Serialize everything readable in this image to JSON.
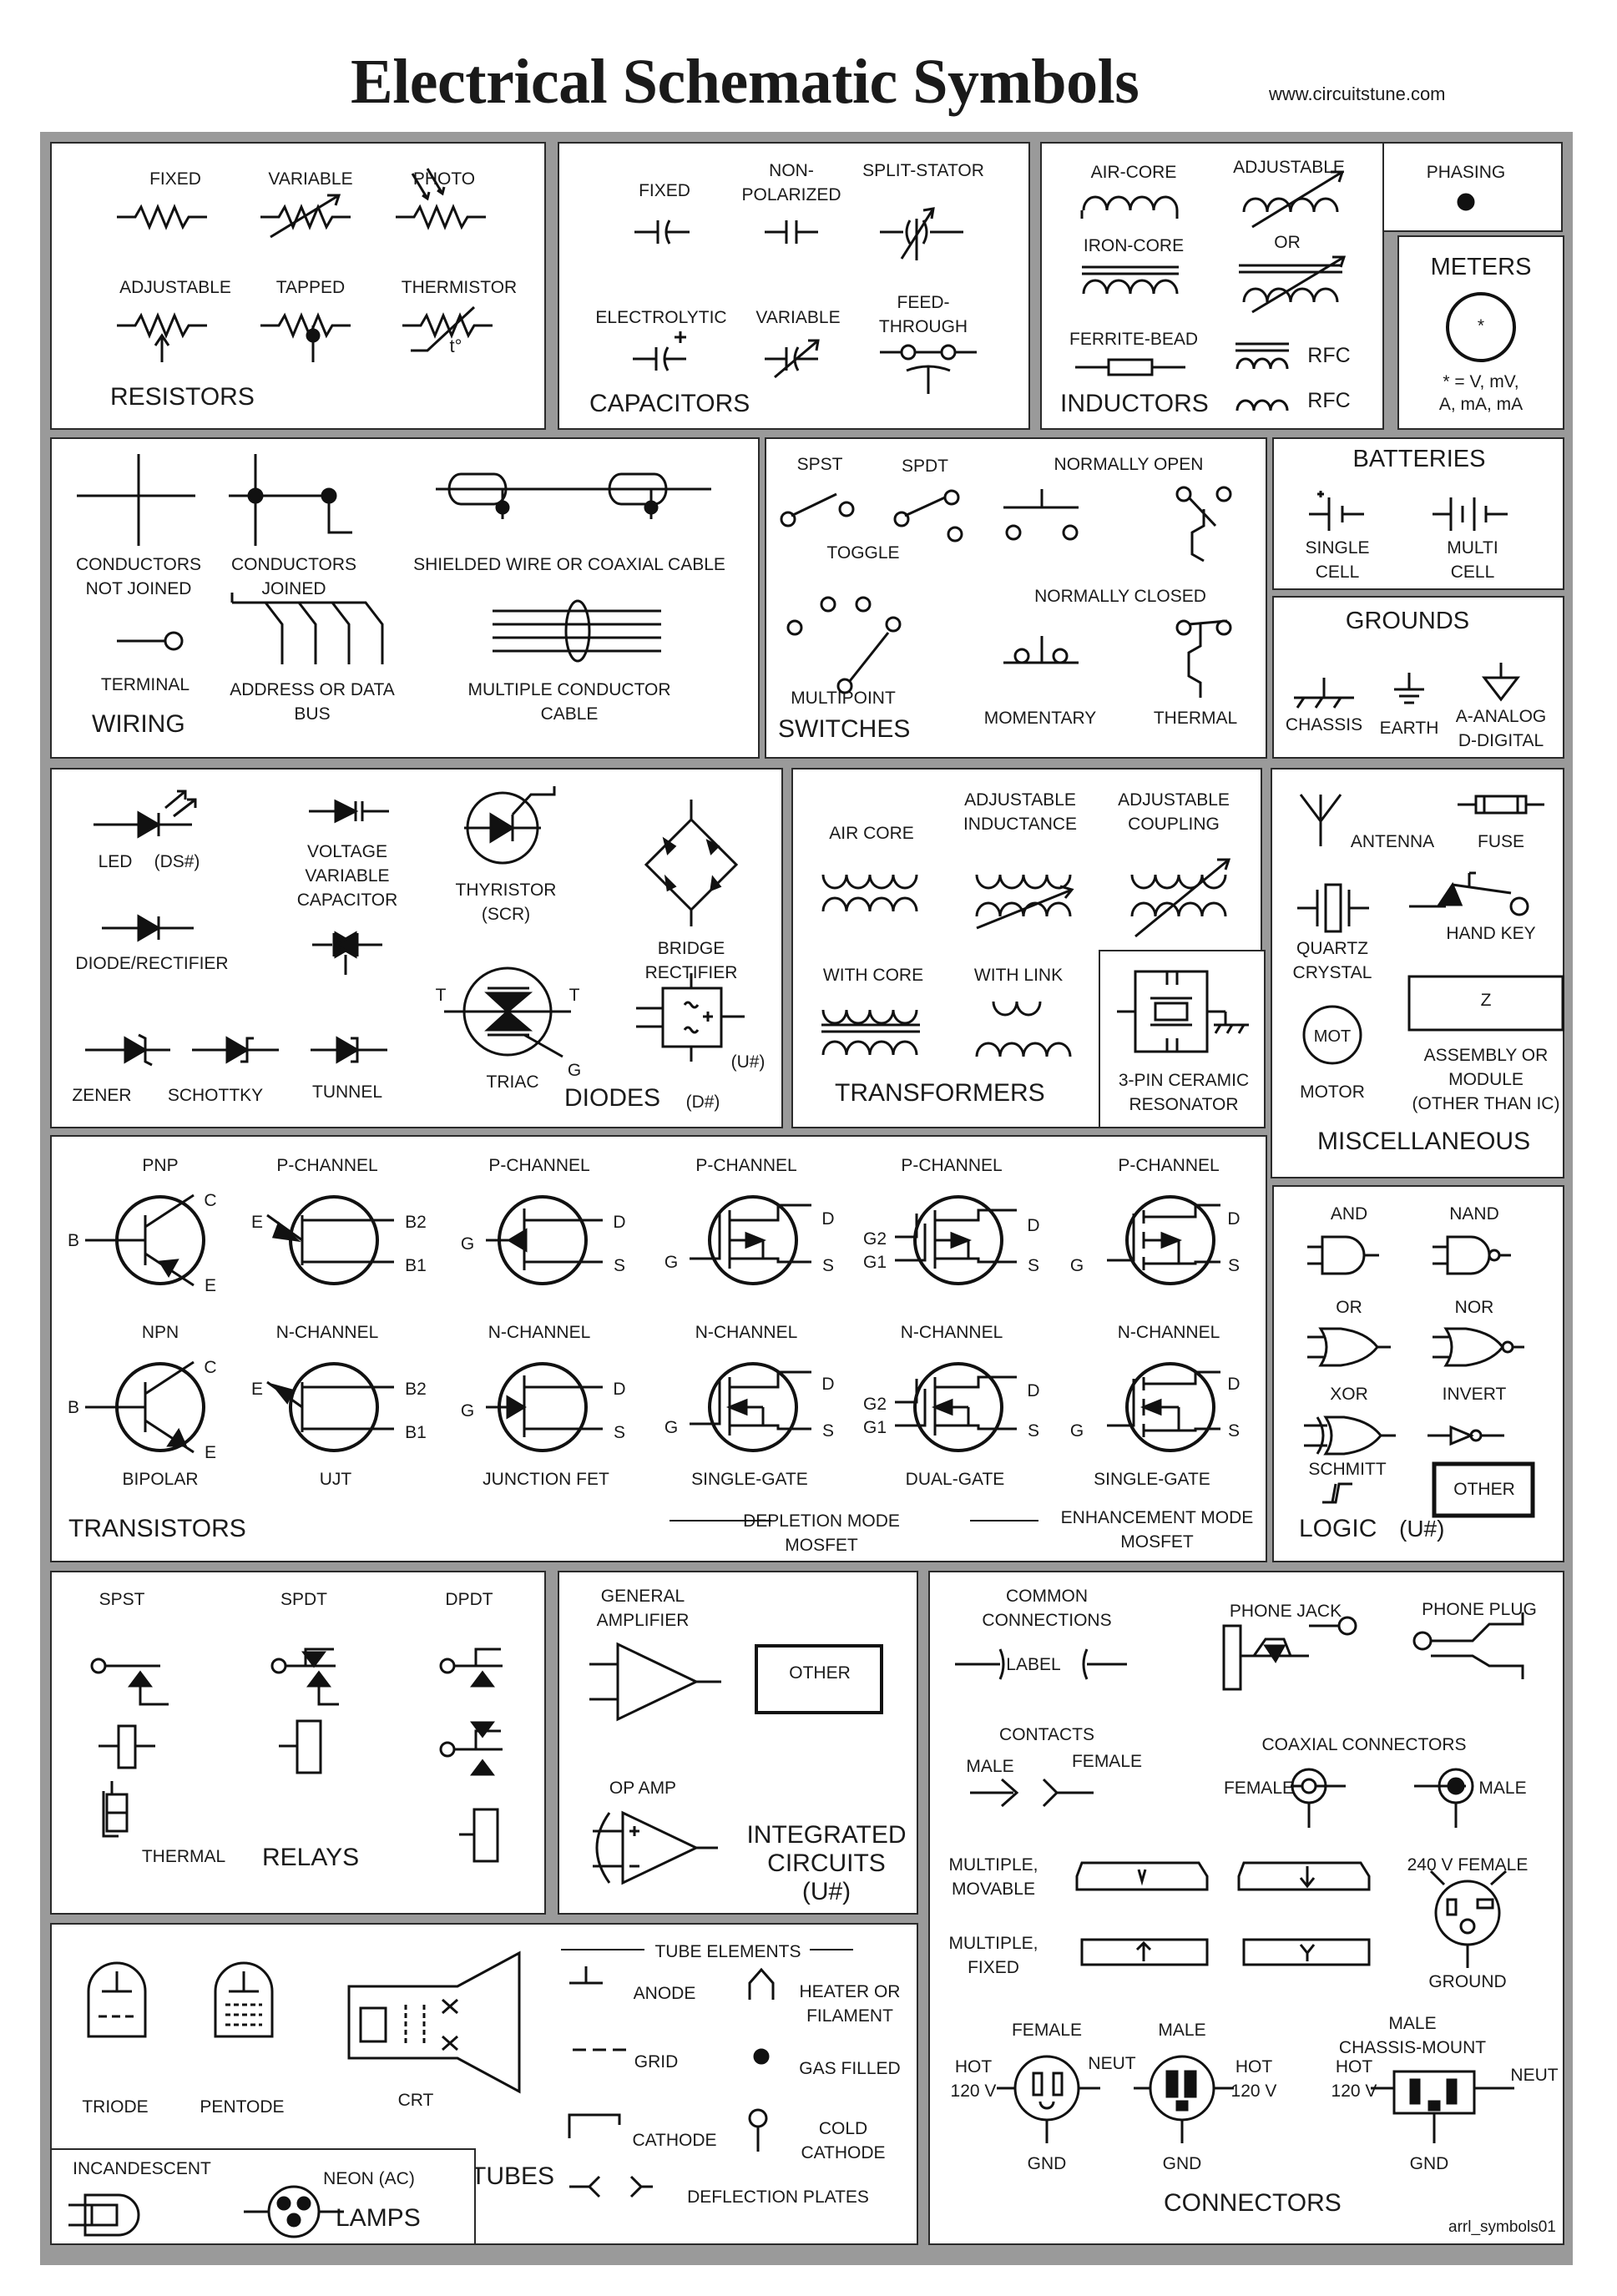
{
  "header": {
    "title": "Electrical Schematic Symbols",
    "site": "www.circuitstune.com"
  },
  "footer": {
    "code": "arrl_symbols01"
  },
  "sections": {
    "resistors": {
      "heading": "RESISTORS",
      "labels": [
        "FIXED",
        "VARIABLE",
        "PHOTO",
        "ADJUSTABLE",
        "TAPPED",
        "THERMISTOR",
        "t°"
      ]
    },
    "capacitors": {
      "heading": "CAPACITORS",
      "labels": [
        "FIXED",
        "NON-\nPOLARIZED",
        "SPLIT-STATOR",
        "ELECTROLYTIC",
        "VARIABLE",
        "FEED-\nTHROUGH"
      ]
    },
    "inductors": {
      "heading": "INDUCTORS",
      "labels": [
        "AIR-CORE",
        "ADJUSTABLE",
        "OR",
        "IRON-CORE",
        "FERRITE-BEAD",
        "RFC",
        "RFC",
        "PHASING"
      ]
    },
    "meters": {
      "heading": "METERS",
      "symbol": "*",
      "note": "* = V, mV,\nA, mA, mA"
    },
    "wiring": {
      "heading": "WIRING",
      "labels": [
        "CONDUCTORS\nNOT JOINED",
        "CONDUCTORS\nJOINED",
        "SHIELDED WIRE OR COAXIAL CABLE",
        "TERMINAL",
        "ADDRESS OR DATA\nBUS",
        "MULTIPLE CONDUCTOR\nCABLE"
      ]
    },
    "switches": {
      "heading": "SWITCHES",
      "labels": [
        "SPST",
        "SPDT",
        "NORMALLY OPEN",
        "TOGGLE",
        "NORMALLY CLOSED",
        "MULTIPOINT",
        "MOMENTARY",
        "THERMAL"
      ]
    },
    "batteries": {
      "heading": "BATTERIES",
      "labels": [
        "SINGLE\nCELL",
        "MULTI\nCELL"
      ]
    },
    "grounds": {
      "heading": "GROUNDS",
      "labels": [
        "CHASSIS",
        "EARTH",
        "A-ANALOG\nD-DIGITAL"
      ]
    },
    "diodes": {
      "heading": "DIODES",
      "tag": "(D#)",
      "labels": [
        "LED",
        "(DS#)",
        "VOLTAGE\nVARIABLE\nCAPACITOR",
        "THYRISTOR\n(SCR)",
        "DIODE/RECTIFIER",
        "BRIDGE\nRECTIFIER",
        "T",
        "T",
        "G",
        "TRIAC",
        "(U#)",
        "ZENER",
        "SCHOTTKY",
        "TUNNEL"
      ]
    },
    "transformers": {
      "heading": "TRANSFORMERS",
      "labels": [
        "AIR CORE",
        "ADJUSTABLE\nINDUCTANCE",
        "ADJUSTABLE\nCOUPLING",
        "WITH CORE",
        "WITH LINK",
        "3-PIN CERAMIC\nRESONATOR"
      ]
    },
    "misc": {
      "heading": "MISCELLANEOUS",
      "labels": [
        "ANTENNA",
        "FUSE",
        "QUARTZ\nCRYSTAL",
        "HAND KEY",
        "MOT",
        "MOTOR",
        "Z",
        "ASSEMBLY OR\nMODULE\n(OTHER THAN IC)"
      ]
    },
    "transistors": {
      "heading": "TRANSISTORS",
      "top": [
        "PNP",
        "P-CHANNEL",
        "P-CHANNEL",
        "P-CHANNEL",
        "P-CHANNEL",
        "P-CHANNEL"
      ],
      "mid": [
        "NPN",
        "N-CHANNEL",
        "N-CHANNEL",
        "N-CHANNEL",
        "N-CHANNEL",
        "N-CHANNEL"
      ],
      "bottom": [
        "BIPOLAR",
        "UJT",
        "JUNCTION FET",
        "SINGLE-GATE",
        "DUAL-GATE",
        "SINGLE-GATE"
      ],
      "mode": [
        "DEPLETION MODE\nMOSFET",
        "ENHANCEMENT MODE\nMOSFET"
      ],
      "pins": {
        "b": "B",
        "c": "C",
        "e": "E",
        "b2": "B2",
        "b1": "B1",
        "g": "G",
        "d": "D",
        "s": "S",
        "g1": "G1",
        "g2": "G2"
      }
    },
    "logic": {
      "heading": "LOGIC",
      "tag": "(U#)",
      "labels": [
        "AND",
        "NAND",
        "OR",
        "NOR",
        "XOR",
        "INVERT",
        "SCHMITT",
        "OTHER"
      ]
    },
    "relays": {
      "heading": "RELAYS",
      "labels": [
        "SPST",
        "SPDT",
        "DPDT",
        "THERMAL"
      ]
    },
    "ic": {
      "heading": "INTEGRATED\nCIRCUITS\n(U#)",
      "labels": [
        "GENERAL\nAMPLIFIER",
        "OTHER",
        "OP  AMP"
      ]
    },
    "tubes": {
      "heading": "TUBES",
      "labels": [
        "TUBE ELEMENTS",
        "ANODE",
        "HEATER OR\nFILAMENT",
        "GRID",
        "GAS FILLED",
        "CATHODE",
        "COLD\nCATHODE",
        "DEFLECTION PLATES",
        "TRIODE",
        "PENTODE",
        "CRT"
      ]
    },
    "lamps": {
      "heading": "LAMPS",
      "labels": [
        "INCANDESCENT",
        "NEON (AC)"
      ]
    },
    "connectors": {
      "heading": "CONNECTORS",
      "labels": [
        "COMMON\nCONNECTIONS",
        "LABEL",
        "PHONE JACK",
        "PHONE PLUG",
        "CONTACTS",
        "MALE",
        "FEMALE",
        "COAXIAL CONNECTORS",
        "FEMALE",
        "MALE",
        "MULTIPLE,\nMOVABLE",
        "MULTIPLE,\nFIXED",
        "240 V FEMALE",
        "GROUND",
        "FEMALE",
        "MALE",
        "MALE\nCHASSIS-MOUNT",
        "HOT\n120 V",
        "NEUT",
        "HOT\n120 V",
        "HOT\n120 V",
        "NEUT",
        "GND",
        "GND",
        "GND"
      ]
    }
  }
}
